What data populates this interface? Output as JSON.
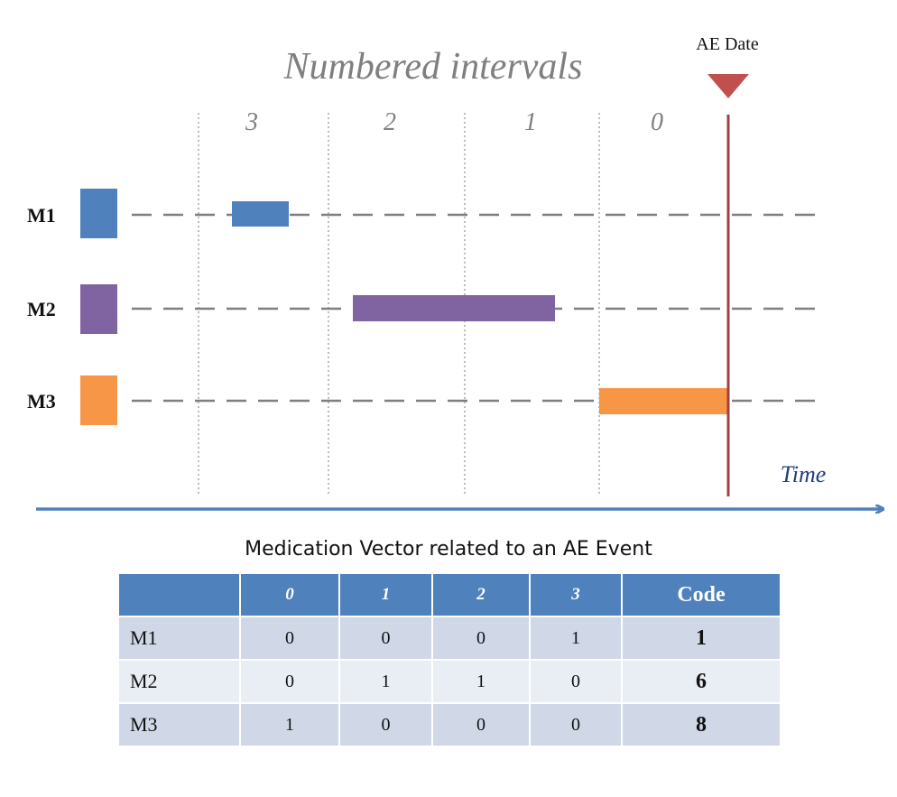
{
  "diagram": {
    "title": "Numbered intervals",
    "event_label": "AE Date",
    "time_label": "Time",
    "intervals": [
      "3",
      "2",
      "1",
      "0"
    ],
    "medications": [
      {
        "label": "M1",
        "color": "#4f81bd"
      },
      {
        "label": "M2",
        "color": "#8064a2"
      },
      {
        "label": "M3",
        "color": "#f79646"
      }
    ],
    "colors": {
      "axis": "#4f81bd",
      "event_line": "#a04040",
      "event_marker": "#c0504d",
      "dashes": "#7f7f7f",
      "grid": "#a6a6a6"
    }
  },
  "table": {
    "caption": "Medication Vector related to an AE Event",
    "header": [
      "",
      "0",
      "1",
      "2",
      "3",
      "Code"
    ],
    "rows": [
      {
        "label": "M1",
        "values": [
          "0",
          "0",
          "0",
          "1"
        ],
        "code": "1"
      },
      {
        "label": "M2",
        "values": [
          "0",
          "1",
          "1",
          "0"
        ],
        "code": "6"
      },
      {
        "label": "M3",
        "values": [
          "1",
          "0",
          "0",
          "0"
        ],
        "code": "8"
      }
    ]
  }
}
